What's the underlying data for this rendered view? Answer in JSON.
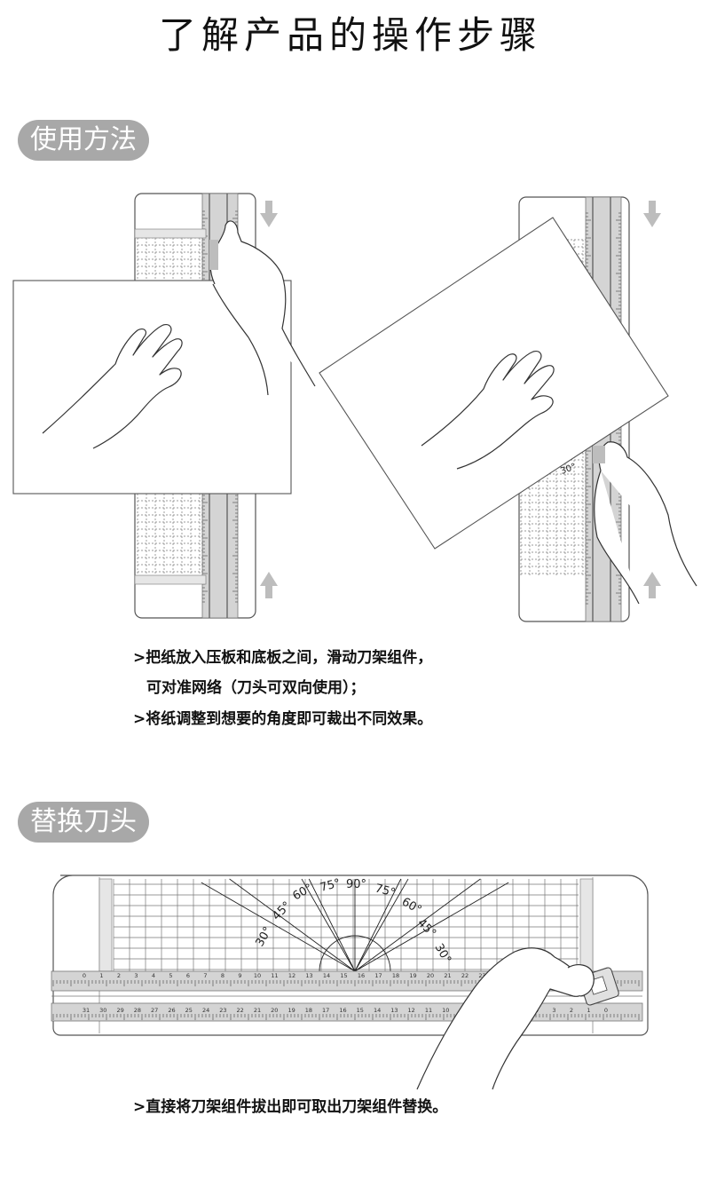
{
  "page_title": "了解产品的操作步骤",
  "section_usage": {
    "label": "使用方法",
    "lines": [
      ">把纸放入压板和底板之间，滑动刀架组件，",
      "可对准网络（刀头可双向使用）；",
      ">将纸调整到想要的角度即可裁出不同效果。"
    ]
  },
  "section_replace": {
    "label": "替换刀头",
    "line": ">直接将刀架组件拔出即可取出刀架组件替换。"
  },
  "angle_labels": [
    "30°",
    "45°",
    "60°",
    "75°",
    "90°",
    "75°",
    "60°",
    "45°",
    "30°"
  ],
  "top_scale": [
    "0",
    "1",
    "2",
    "3",
    "4",
    "5",
    "6",
    "7",
    "8",
    "9",
    "10",
    "11",
    "12",
    "13",
    "14",
    "15",
    "16",
    "17",
    "18",
    "19",
    "20",
    "21",
    "22",
    "23"
  ],
  "bottom_scale": [
    "31",
    "30",
    "29",
    "28",
    "27",
    "26",
    "25",
    "24",
    "23",
    "22",
    "21",
    "20",
    "19",
    "18",
    "17",
    "16",
    "15",
    "14",
    "13",
    "12",
    "11",
    "10",
    "4",
    "3",
    "2",
    "1",
    "0"
  ],
  "icons": {
    "arrow_down": "arrow-down-icon",
    "arrow_up": "arrow-up-icon"
  }
}
